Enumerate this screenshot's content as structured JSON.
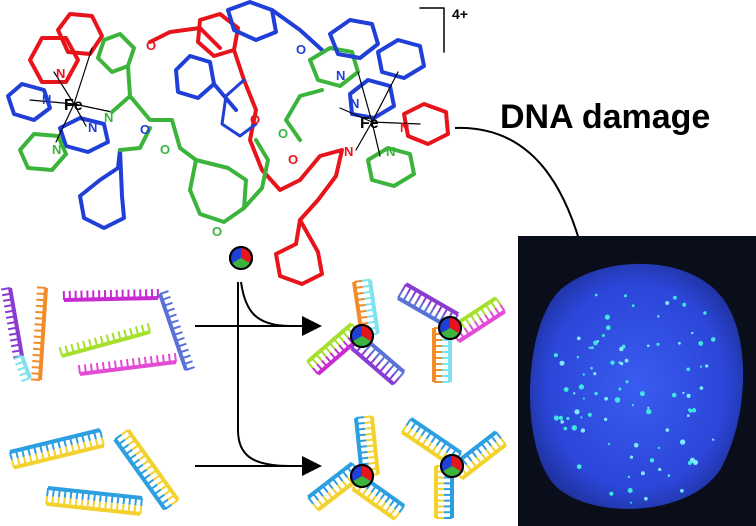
{
  "molecule": {
    "charge_label": "4+",
    "metal_left": "Fe",
    "metal_right": "Fe",
    "atom_N": "N",
    "atom_O": "O"
  },
  "heading": {
    "text": "DNA damage"
  },
  "colors": {
    "red": "#e8141b",
    "green": "#3cb43c",
    "blue": "#1f3fd6",
    "orange": "#f28c28",
    "cyan": "#7fe3ef",
    "magenta": "#c82ad1",
    "purple": "#8a3bd1",
    "yellow": "#f3d230",
    "skyblue": "#2c9fe0",
    "lime": "#a4e02c",
    "slate": "#5a72d8",
    "pink": "#e44bd4",
    "nucleus": "#2d4fe0",
    "background_micrograph": "#0a0e1a"
  },
  "legend_icon": "tri-colour-helicate-sphere-icon",
  "micrograph_icon": "cell-nucleus-foci-image"
}
